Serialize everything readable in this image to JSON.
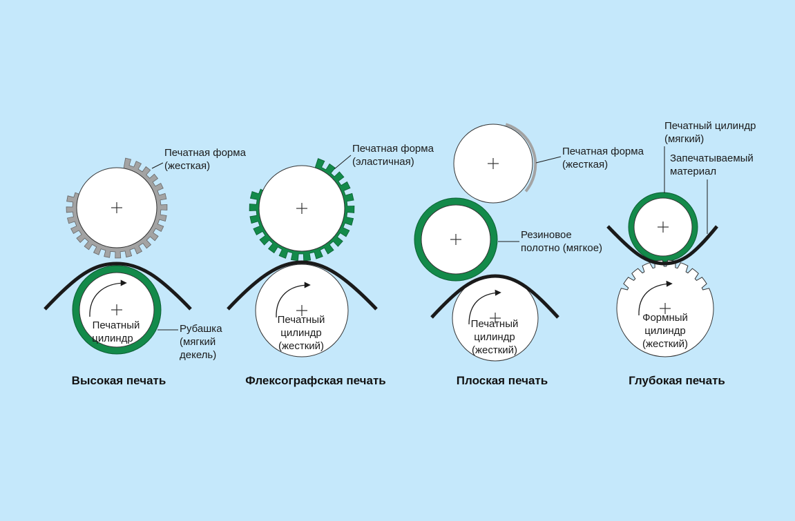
{
  "colors": {
    "background": "#c5e8fb",
    "green": "#138a4a",
    "plate_gray": "#a3a3a3",
    "cylinder_fill": "#ffffff",
    "outline": "#333333",
    "web": "#1a1a1a"
  },
  "panels": {
    "relief": {
      "title": "Высокая печать",
      "form_label": [
        "Печатная форма",
        "(жесткая)"
      ],
      "cylinder_label": [
        "Печатный",
        "цилиндр"
      ],
      "jacket_label": [
        "Рубашка",
        "(мягкий",
        "декель)"
      ]
    },
    "flexo": {
      "title": "Флексографская печать",
      "form_label": [
        "Печатная форма",
        "(эластичная)"
      ],
      "cylinder_label": [
        "Печатный",
        "цилиндр",
        "(жесткий)"
      ]
    },
    "offset": {
      "title": "Плоская печать",
      "form_label": [
        "Печатная форма",
        "(жесткая)"
      ],
      "blanket_label": [
        "Резиновое",
        "полотно (мягкое)"
      ],
      "cylinder_label": [
        "Печатный",
        "цилиндр",
        "(жесткий)"
      ]
    },
    "gravure": {
      "title": "Глубокая печать",
      "impression_label": [
        "Печатный цилиндр",
        "(мягкий)"
      ],
      "material_label": [
        "Запечатываемый",
        "материал"
      ],
      "form_label": [
        "Формный",
        "цилиндр",
        "(жесткий)"
      ]
    }
  }
}
